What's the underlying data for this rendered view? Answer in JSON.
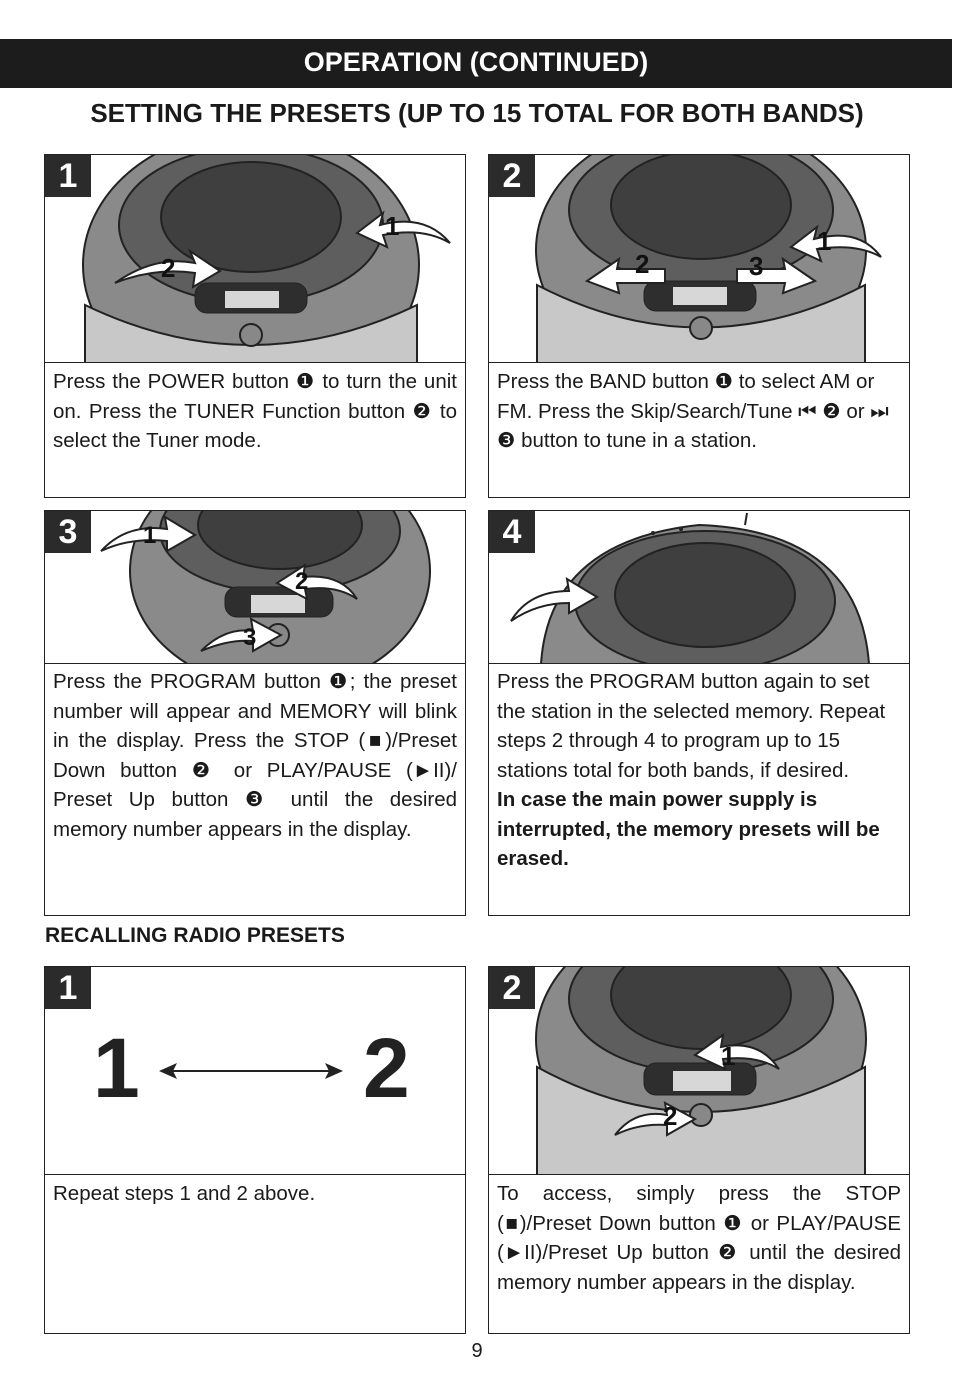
{
  "header": {
    "title": "OPERATION (CONTINUED)"
  },
  "section": {
    "title": "SETTING THE PRESETS (UP TO 15 TOTAL FOR BOTH BANDS)"
  },
  "steps": [
    {
      "number": "1",
      "callouts": [
        "1",
        "2"
      ],
      "text": "Press the POWER button ❶ to turn the unit on. Press the TUNER Function button ❷ to select the Tuner mode."
    },
    {
      "number": "2",
      "callouts": [
        "1",
        "2",
        "3"
      ],
      "text": "Press the BAND button ❶ to select AM or FM. Press the Skip/Search/Tune ⏮ ❷ or ⏭ ❸ button to tune in a station."
    },
    {
      "number": "3",
      "callouts": [
        "1",
        "2",
        "3"
      ],
      "text": "Press the PROGRAM button ❶; the preset number will appear and MEMORY will blink in the display. Press the STOP (■)/Preset Down button ❷ or PLAY/PAUSE (►II)/ Preset Up button ❸ until the desired memory number appears in the display."
    },
    {
      "number": "4",
      "text": "Press the PROGRAM button again to set the station in the selected memory. Repeat steps 2 through 4 to program up to 15 stations total for both bands, if desired.",
      "note": "In case the main power supply is interrupted, the memory presets will be erased."
    }
  ],
  "recall": {
    "title": "RECALLING RADIO PRESETS",
    "steps": [
      {
        "number": "1",
        "big_left": "1",
        "big_right": "2",
        "text": "Repeat steps 1 and 2 above."
      },
      {
        "number": "2",
        "callouts": [
          "1",
          "2"
        ],
        "text": "To access, simply press the STOP (■)/Preset Down button ❶ or PLAY/PAUSE (►II)/Preset Up button ❷ until the desired memory number appears in the display."
      }
    ]
  },
  "footer": {
    "page_number": "9"
  }
}
